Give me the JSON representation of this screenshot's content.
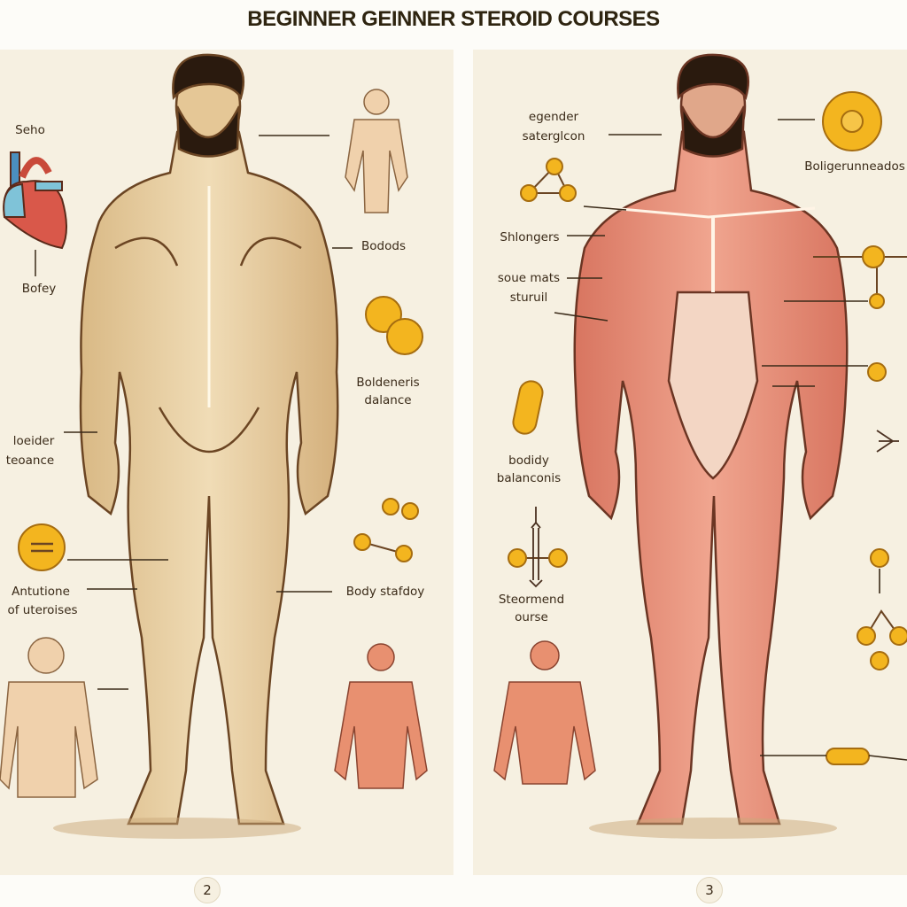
{
  "title": "BEGINNER GEINNER STEROID COURSES",
  "left_panel": {
    "labels": [
      "Seho",
      "Bofey",
      "Bodods",
      "Boldeneris",
      "dalance",
      "loeider",
      "teoance",
      "Antutione",
      "of uteroises",
      "Body stafdoy"
    ],
    "page_number": "2"
  },
  "right_panel": {
    "labels": [
      "egender",
      "saterglcon",
      "Shlongers",
      "soue mats",
      "sturuil",
      "Boligerunneados",
      "bodidy",
      "balanconis",
      "Steormend",
      "ourse"
    ],
    "page_number": "3"
  },
  "colors": {
    "background": "#f6f0e1",
    "skin": "#ead2a8",
    "muscle": "#e8907a",
    "outline": "#6b4523",
    "hair": "#2a1a0e",
    "pill": "#f3b51f",
    "heart_red": "#d9584a",
    "heart_blue": "#7fc3d8"
  },
  "icons": [
    "heart-icon",
    "pill-icon",
    "molecule-icon",
    "capsule-icon",
    "arrow-icon"
  ]
}
